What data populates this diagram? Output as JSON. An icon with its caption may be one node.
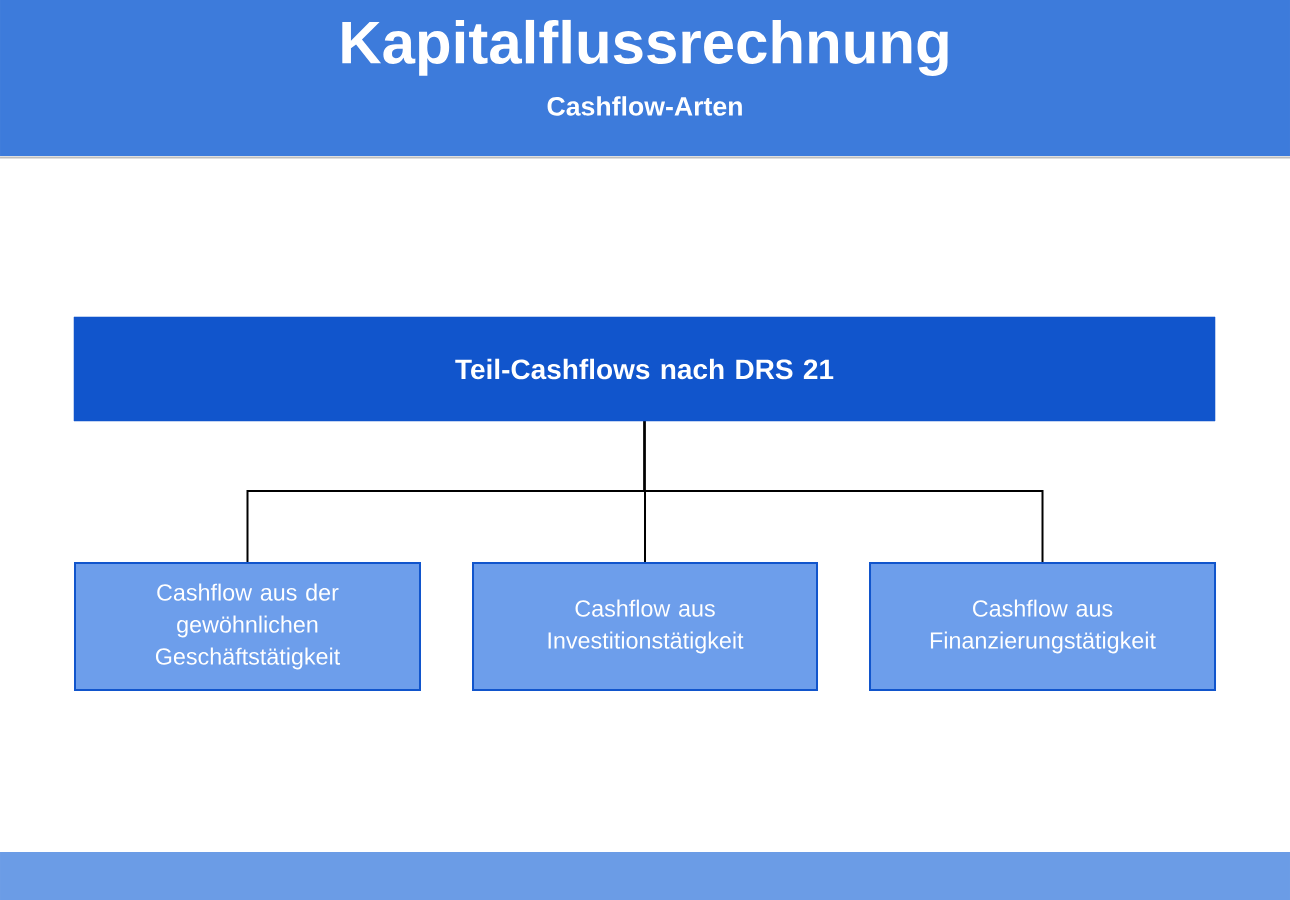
{
  "diagram": {
    "title": "Kapitalflussrechnung",
    "nodes": [
      {
        "text": [
          "Teil-Cashflows nach DRS 21"
        ]
      },
      {
        "text": [
          "Cashflow aus der gewöhnlichen Geschäftstätigkeit"
        ]
      },
      {
        "text": [
          "Cashflow aus Investitionstätigkeit"
        ]
      },
      {
        "text": [
          "Cashflow aus Finanzierungstätigkeit"
        ]
      }
    ],
    "edges": [
      {
        "from": 0,
        "to": 1,
        "arrow": "none"
      },
      {
        "from": 0,
        "to": 2,
        "arrow": "none"
      },
      {
        "from": 0,
        "to": 3,
        "arrow": "none"
      }
    ],
    "labels": [
      "Cashflow-Arten"
    ]
  }
}
